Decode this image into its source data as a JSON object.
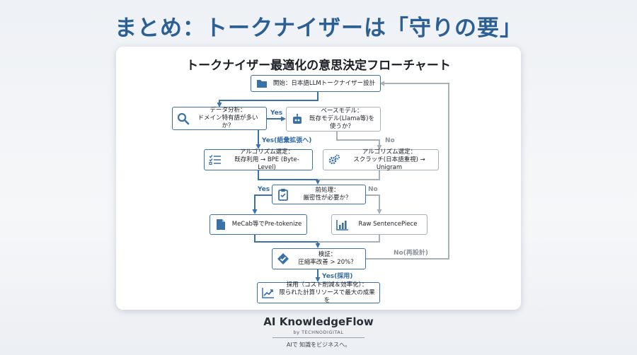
{
  "slide_title": "まとめ：トークナイザーは「守りの要」",
  "card_title": "トークナイザー最適化の意思決定フローチャート",
  "nodes": {
    "start": {
      "line1": "開始：日本語LLMトークナイザー設計",
      "icon": "folder-icon"
    },
    "data_analysis": {
      "line1": "データ分析：",
      "line2": "ドメイン特有語が多いか？",
      "icon": "search-icon"
    },
    "base_model": {
      "line1": "ベースモデル：",
      "line2": "既存モデル(Llama等)を",
      "line3": "使うか？",
      "icon": "robot-icon"
    },
    "algo_existing": {
      "line1": "アルゴリズム選定：",
      "line2": "既存利用 → BPE (Byte-Level)",
      "icon": "list-icon"
    },
    "algo_scratch": {
      "line1": "アルゴリズム選定：",
      "line2": "スクラッチ(日本語重視) → Unigram",
      "icon": "gears-icon"
    },
    "preprocess": {
      "line1": "前処理：",
      "line2": "厳密性が必要か？",
      "icon": "clipboard-icon"
    },
    "mecab": {
      "line1": "MeCab等でPre-tokenize",
      "icon": "document-icon"
    },
    "raw": {
      "line1": "Raw SentencePiece",
      "icon": "bar-chart-icon"
    },
    "verify": {
      "line1": "検証：",
      "line2": "圧縮率改善 > 20%？",
      "icon": "check-badge-icon"
    },
    "adopt": {
      "line1": "採用（コスト削減＆効率化）：",
      "line2": "限られた計算リソースで最大の成果を",
      "icon": "trend-up-icon"
    }
  },
  "edge_labels": {
    "yes_base": "Yes",
    "yes_vocab": "Yes(語彙拡張へ)",
    "no_base": "No",
    "yes_pre": "Yes",
    "no_pre": "No",
    "no_redesign": "No(再設計)",
    "yes_adopt": "Yes(採用)"
  },
  "colors": {
    "title": "#2c5f93",
    "blue_line": "#3a72a8",
    "gray_line": "#a8b0b8"
  },
  "brand": {
    "name": "AI KnowledgeFlow",
    "by": "by TECHNODIGITAL",
    "tagline": "AIで 知識をビジネスへ。"
  }
}
